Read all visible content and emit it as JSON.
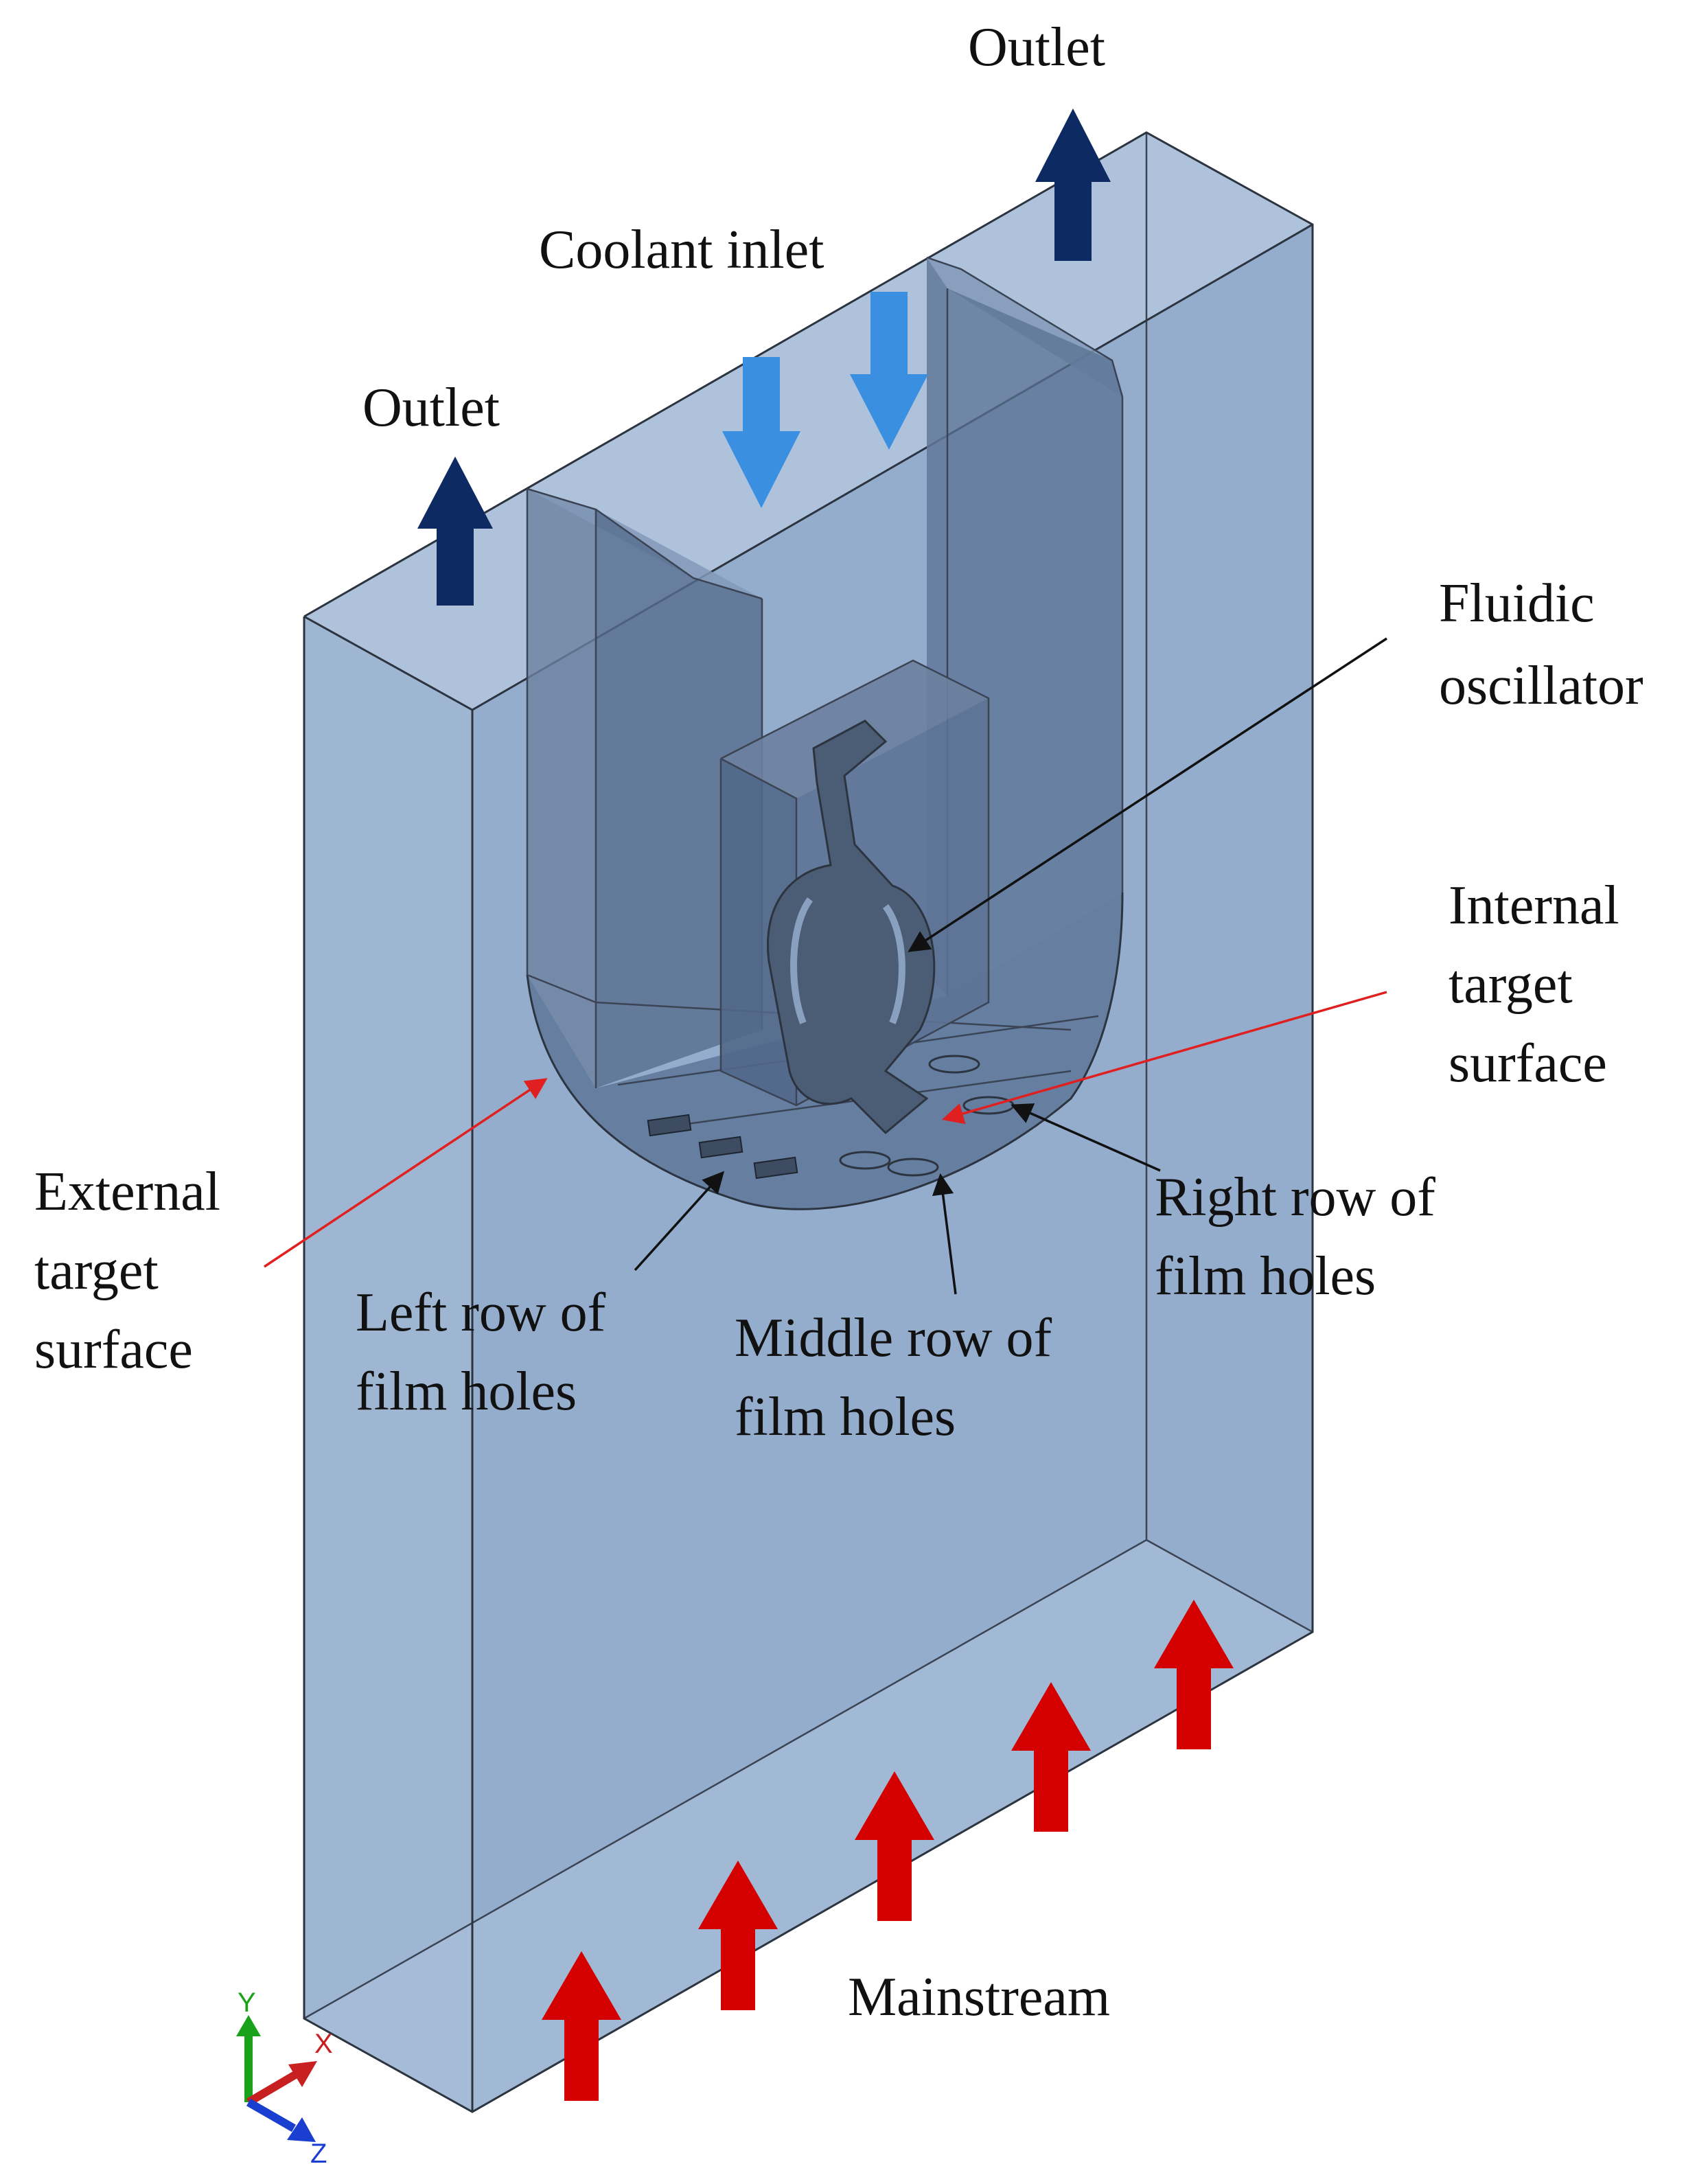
{
  "labels": {
    "outlet_right": "Outlet",
    "outlet_left": "Outlet",
    "coolant_inlet": "Coolant inlet",
    "fluidic_oscillator": [
      "Fluidic",
      "oscillator"
    ],
    "internal_target_surface": [
      "Internal",
      "target",
      "surface"
    ],
    "external_target_surface": [
      "External",
      "target",
      "surface"
    ],
    "right_row_film_holes": [
      "Right row of",
      "film holes"
    ],
    "middle_row_film_holes": [
      "Middle row of",
      "film holes"
    ],
    "left_row_film_holes": [
      "Left row of",
      "film holes"
    ],
    "mainstream": "Mainstream"
  },
  "axes": {
    "y": "Y",
    "x": "X",
    "z": "Z"
  },
  "colors": {
    "outlet_arrow": "#0d2a63",
    "coolant_arrow": "#3a8fe0",
    "mainstream_arrow": "#d40000",
    "block_fill": "#8fa8c8",
    "u_channel_fill": "#566d8e",
    "oscillator_fill": "#4b5c75",
    "pointer_red": "#e02020",
    "pointer_black": "#111111",
    "axis_y": "#1aa31a",
    "axis_x": "#c82020",
    "axis_z": "#1a3fd0"
  }
}
